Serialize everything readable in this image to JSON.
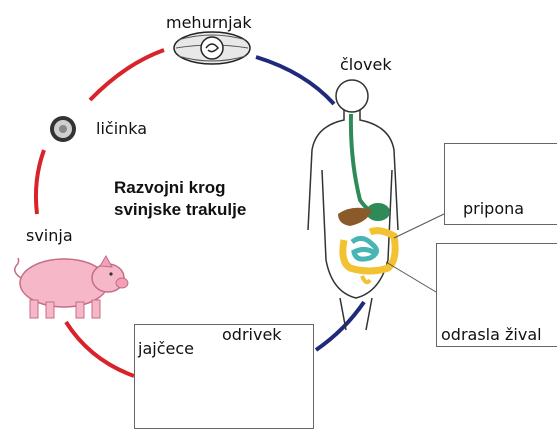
{
  "title": {
    "line1": "Razvojni krog",
    "line2": "svinjske trakulje"
  },
  "labels": {
    "cyst": "mehurnjak",
    "human": "človek",
    "larva": "ličinka",
    "pig": "svinja",
    "scolex": "pripona",
    "adult": "odrasla žival",
    "egg": "jajčece",
    "proglottid": "odrivek"
  },
  "colors": {
    "pig_phase_arrow": "#d8232a",
    "human_phase_arrow": "#1f2a7a",
    "intestine": "#2e8b57",
    "small_intestine": "#48b5b5",
    "colon": "#f2c230",
    "liver": "#8b5a2b",
    "pig_body": "#f6b8c8"
  }
}
